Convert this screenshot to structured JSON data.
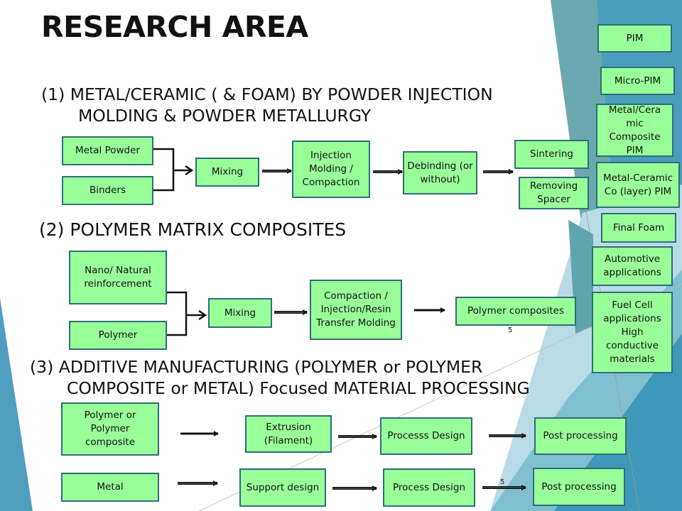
{
  "slide": {
    "title": "RESEARCH AREA",
    "page_number": "5",
    "theme_colors": {
      "box_fill": "#99ff99",
      "box_border": "#2e6f79",
      "accent_dark_blue": "#3f97b9",
      "accent_teal": "#6aa9b0",
      "accent_light": "#b9dbe6"
    }
  },
  "section1": {
    "heading_line1": "(1) METAL/CERAMIC ( & FOAM) BY POWDER INJECTION",
    "heading_line2": "MOLDING & POWDER METALLURGY",
    "inputs": [
      "Metal Powder",
      "Binders"
    ],
    "mixing": "Mixing",
    "molding": "Injection Molding / Compaction",
    "debinding": "Debinding (or without)",
    "outputs": [
      "Sintering",
      "Removing Spacer"
    ]
  },
  "section2": {
    "heading": "(2) POLYMER MATRIX COMPOSITES",
    "inputs": [
      "Nano/ Natural reinforcement",
      "Polymer"
    ],
    "mixing": "Mixing",
    "process": "Compaction / Injection/Resin Transfer Molding",
    "output": "Polymer composites",
    "page_number": "5"
  },
  "section3": {
    "heading_line1": "(3) ADDITIVE MANUFACTURING (POLYMER or POLYMER",
    "heading_line2": "COMPOSITE or METAL)  Focused MATERIAL PROCESSING",
    "row1": [
      "Polymer or Polymer composite",
      "Extrusion (Filament)",
      "Processs Design",
      "Post processing"
    ],
    "row2": [
      "Metal",
      "Support design",
      "Process Design",
      "Post processing"
    ],
    "page_number": "5"
  },
  "sidebar": {
    "items": [
      "PIM",
      "Micro-PIM",
      "Metal/Cera mic Composite PIM",
      "Metal-Ceramic Co (layer) PIM",
      "Final  Foam",
      "Automotive applications",
      "Fuel Cell applications High conductive materials"
    ]
  }
}
